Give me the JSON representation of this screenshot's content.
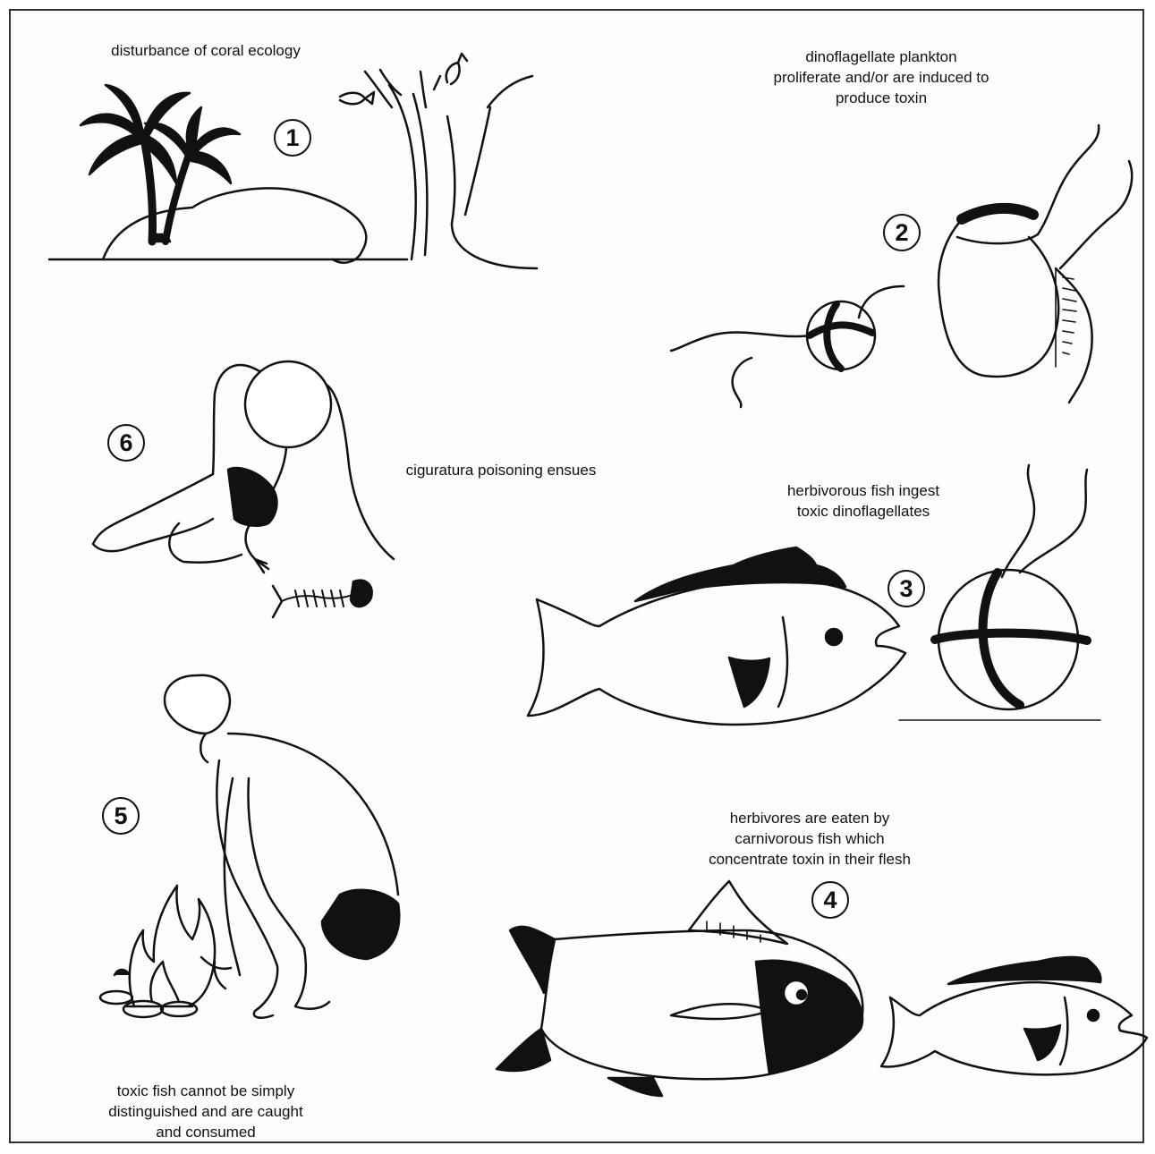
{
  "colors": {
    "ink": "#111111",
    "paper": "#fdfdfb",
    "skin": "#ffffff"
  },
  "steps": [
    {
      "number": "1",
      "caption": "disturbance of coral ecology"
    },
    {
      "number": "2",
      "caption": "dinoflagellate plankton\nproliferate and/or are induced to\nproduce toxin"
    },
    {
      "number": "3",
      "caption": "herbivorous fish ingest\ntoxic dinoflagellates"
    },
    {
      "number": "4",
      "caption": "herbivores are eaten by\ncarnivorous fish which\nconcentrate toxin in their flesh"
    },
    {
      "number": "5",
      "caption": "toxic fish cannot be simply\ndistinguished and are caught\nand consumed"
    },
    {
      "number": "6",
      "caption": "ciguratura poisoning ensues"
    }
  ],
  "icons": [
    "palm-tree-icon",
    "explosion-icon",
    "dinoflagellate-icon",
    "fish-icon",
    "tuna-icon",
    "campfire-icon",
    "person-icon",
    "fish-skeleton-icon"
  ]
}
